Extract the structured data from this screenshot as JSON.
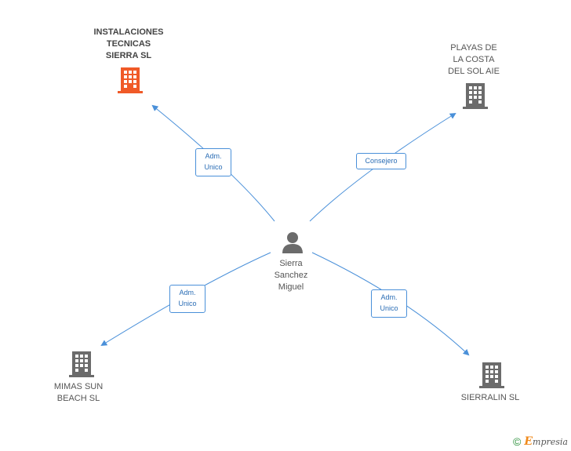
{
  "center": {
    "label": "Sierra\nSanchez\nMiguel"
  },
  "companies": [
    {
      "id": "instalaciones",
      "label": "INSTALACIONES\nTECNICAS\nSIERRA SL",
      "color": "#f05a28",
      "main": true
    },
    {
      "id": "playas",
      "label": "PLAYAS DE\nLA COSTA\nDEL SOL AIE",
      "color": "#6b6b6b",
      "main": false
    },
    {
      "id": "mimas",
      "label": "MIMAS SUN\nBEACH  SL",
      "color": "#6b6b6b",
      "main": false
    },
    {
      "id": "sierralin",
      "label": "SIERRALIN SL",
      "color": "#6b6b6b",
      "main": false
    }
  ],
  "relations": [
    {
      "to": "instalaciones",
      "label": "Adm.\nUnico"
    },
    {
      "to": "playas",
      "label": "Consejero"
    },
    {
      "to": "mimas",
      "label": "Adm.\nUnico"
    },
    {
      "to": "sierralin",
      "label": "Adm.\nUnico"
    }
  ],
  "footer": {
    "copyright": "©",
    "brand_initial": "E",
    "brand_rest": "mpresia"
  },
  "colors": {
    "edge": "#4a90d9",
    "person": "#6b6b6b"
  }
}
